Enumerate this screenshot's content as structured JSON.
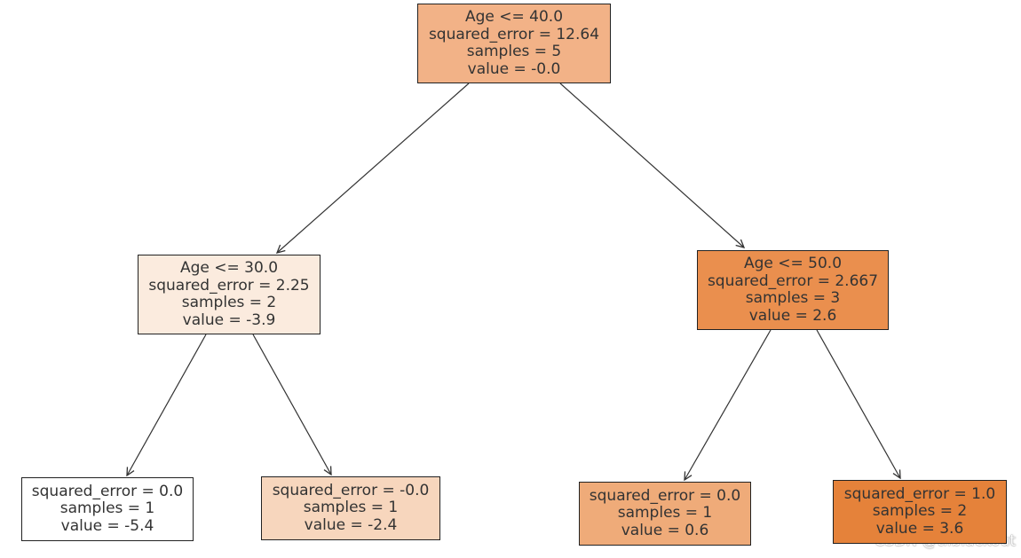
{
  "diagram": {
    "type": "regression-tree",
    "nodes": [
      {
        "id": "root",
        "lines": [
          "Age <= 40.0",
          "squared_error = 12.64",
          "samples = 5",
          "value = -0.0"
        ],
        "fill": "#f2b287"
      },
      {
        "id": "left",
        "lines": [
          "Age <= 30.0",
          "squared_error = 2.25",
          "samples = 2",
          "value = -3.9"
        ],
        "fill": "#fbebde"
      },
      {
        "id": "right",
        "lines": [
          "Age <= 50.0",
          "squared_error = 2.667",
          "samples = 3",
          "value = 2.6"
        ],
        "fill": "#ea8f4e"
      },
      {
        "id": "leaf1",
        "lines": [
          "squared_error = 0.0",
          "samples = 1",
          "value = -5.4"
        ],
        "fill": "#ffffff"
      },
      {
        "id": "leaf2",
        "lines": [
          "squared_error = -0.0",
          "samples = 1",
          "value = -2.4"
        ],
        "fill": "#f7d6bd"
      },
      {
        "id": "leaf3",
        "lines": [
          "squared_error = 0.0",
          "samples = 1",
          "value = 0.6"
        ],
        "fill": "#efab79"
      },
      {
        "id": "leaf4",
        "lines": [
          "squared_error = 1.0",
          "samples = 2",
          "value = 3.6"
        ],
        "fill": "#e5823a"
      }
    ],
    "edges": [
      {
        "from": "root",
        "to": "left"
      },
      {
        "from": "root",
        "to": "right"
      },
      {
        "from": "left",
        "to": "leaf1"
      },
      {
        "from": "left",
        "to": "leaf2"
      },
      {
        "from": "right",
        "to": "leaf3"
      },
      {
        "from": "right",
        "to": "leaf4"
      }
    ]
  },
  "watermark": "CSDN @tilblackout"
}
